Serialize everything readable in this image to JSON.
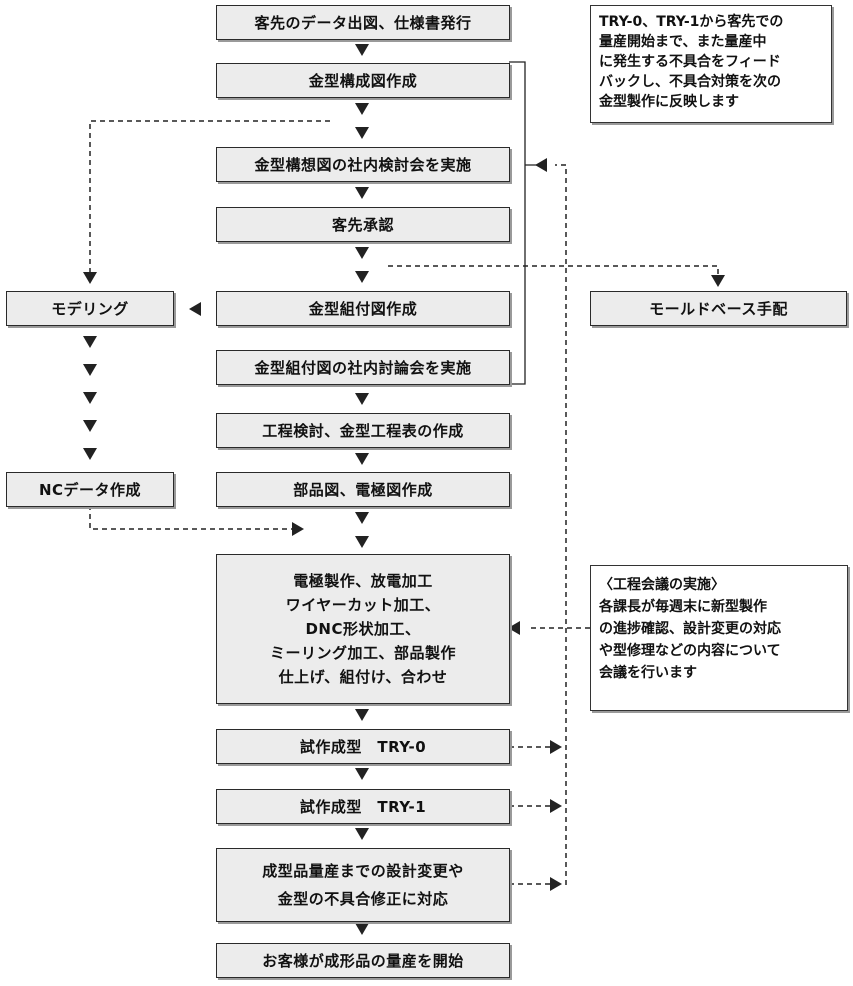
{
  "process_steps": {
    "spec": "客先のデータ出図、仕様書発行",
    "structure": "金型構成図作成",
    "review": "金型構想図の社内検討会を実施",
    "approval": "客先承認",
    "assembly": "金型組付図作成",
    "assembly_review": "金型組付図の社内討論会を実施",
    "process_plan": "工程検討、金型工程表の作成",
    "parts": "部品図、電極図作成",
    "machining": [
      "電極製作、放電加工",
      "ワイヤーカット加工、",
      "DNC形状加工、",
      "ミーリング加工、部品製作",
      "仕上げ、組付け、合わせ"
    ],
    "try0": "試作成型　TRY-0",
    "try1": "試作成型　TRY-1",
    "design_change": [
      "成型品量産までの設計変更や",
      "金型の不具合修正に対応"
    ],
    "production": "お客様が成形品の量産を開始"
  },
  "side_steps": {
    "modeling": "モデリング",
    "nc_data": "NCデータ作成",
    "mold_base": "モールドベース手配"
  },
  "notes": {
    "feedback": [
      "TRY-0、TRY-1から客先での",
      "量産開始まで、また量産中",
      "に発生する不具合をフィード",
      "バックし、不具合対策を次の",
      "金型製作に反映します"
    ],
    "meeting": [
      "〈工程会議の実施〉",
      "各課長が毎週末に新型製作",
      "の進捗確認、設計変更の対応",
      "や型修理などの内容について",
      "会議を行います"
    ]
  },
  "colors": {
    "box_fill": "#ececec",
    "line": "#222222"
  }
}
